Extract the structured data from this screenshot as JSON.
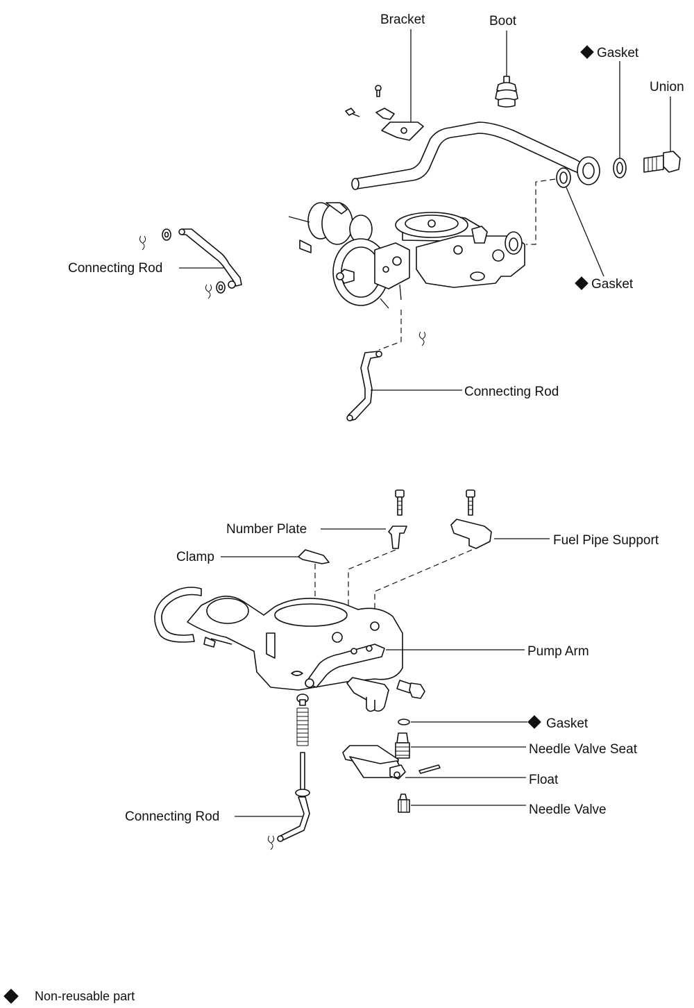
{
  "labels": {
    "bracket": "Bracket",
    "boot": "Boot",
    "gasket_top": "Gasket",
    "union": "Union",
    "gasket_mid": "Gasket",
    "connecting_rod_left": "Connecting Rod",
    "connecting_rod_mid": "Connecting Rod",
    "number_plate": "Number Plate",
    "fuel_pipe_support": "Fuel Pipe Support",
    "clamp": "Clamp",
    "pump_arm": "Pump Arm",
    "gasket_bottom": "Gasket",
    "needle_valve_seat": "Needle Valve Seat",
    "float": "Float",
    "needle_valve": "Needle Valve",
    "connecting_rod_bottom": "Connecting Rod"
  },
  "legend": {
    "symbol": "diamond-icon",
    "text": "Non-reusable part"
  },
  "colors": {
    "ink": "#111111",
    "background": "#ffffff"
  }
}
